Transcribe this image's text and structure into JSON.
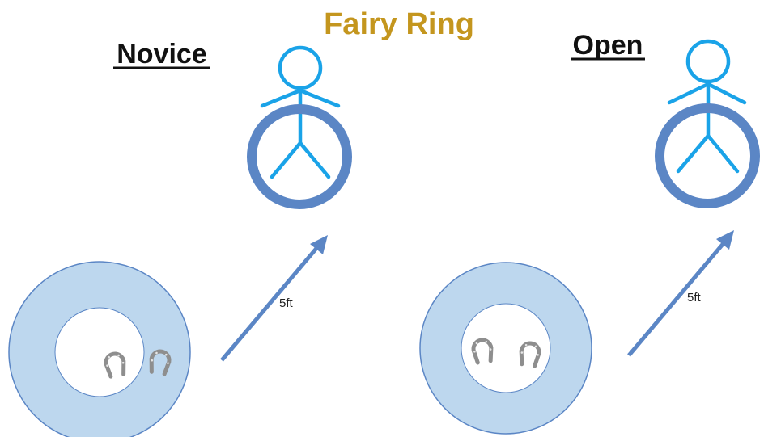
{
  "title": "Fairy Ring",
  "colors": {
    "title": "#c4961e",
    "person": "#1aa3e8",
    "hoop": "#5b86c5",
    "target_fill": "#bdd7ee",
    "arrow": "#5b86c5",
    "horseshoe": "#8e8e8e"
  },
  "panels": [
    {
      "heading": "Novice",
      "distance_label": "5ft",
      "horseshoes": 2
    },
    {
      "heading": "Open",
      "distance_label": "5ft",
      "horseshoes": 2
    }
  ],
  "icons": {
    "thrower": "stick-figure-icon",
    "ring": "hoop-ring-icon",
    "target": "target-ring-icon",
    "shoe": "horseshoe-icon",
    "direction": "arrow-icon"
  }
}
